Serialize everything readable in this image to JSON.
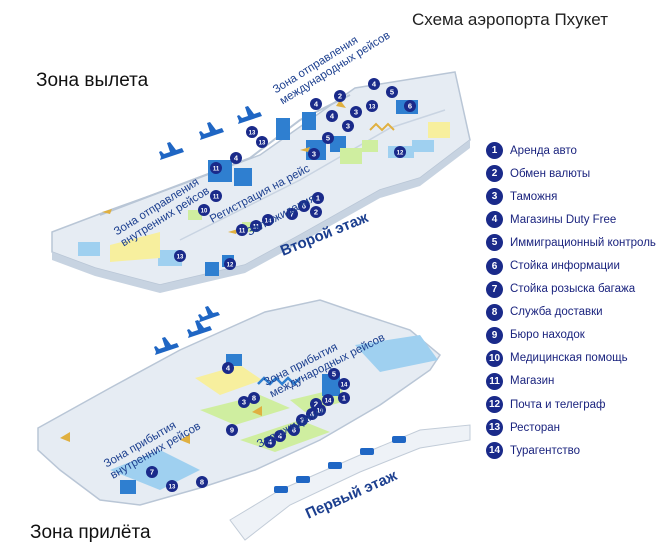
{
  "title": "Схема аэропорта Пхукет",
  "zones": {
    "departure": "Зона вылета",
    "arrival": "Зона прилёта"
  },
  "floors": {
    "second": "Второй этаж",
    "first": "Первый этаж"
  },
  "areas": {
    "intl_departure_line1": "Зона отправления",
    "intl_departure_line2": "международных рейсов",
    "domestic_departure_line1": "Зона отправления",
    "domestic_departure_line2": "внутренних рейсов",
    "checkin": "Регистрация на рейс",
    "waiting_upper": "Зал ожидания",
    "intl_arrival_line1": "Зона прибытия",
    "intl_arrival_line2": "международных рейсов",
    "domestic_arrival_line1": "Зона прибытия",
    "domestic_arrival_line2": "внутренних рейсов",
    "waiting_lower": "Зал ожидания"
  },
  "legend": [
    {
      "num": "1",
      "label": "Аренда авто"
    },
    {
      "num": "2",
      "label": "Обмен валюты"
    },
    {
      "num": "3",
      "label": "Таможня"
    },
    {
      "num": "4",
      "label": "Магазины Duty Free"
    },
    {
      "num": "5",
      "label": "Иммиграционный контроль"
    },
    {
      "num": "6",
      "label": "Стойка информации"
    },
    {
      "num": "7",
      "label": "Стойка розыска багажа"
    },
    {
      "num": "8",
      "label": "Служба доставки"
    },
    {
      "num": "9",
      "label": "Бюро находок"
    },
    {
      "num": "10",
      "label": "Медицинская помощь"
    },
    {
      "num": "11",
      "label": "Магазин"
    },
    {
      "num": "12",
      "label": "Почта и телеграф"
    },
    {
      "num": "13",
      "label": "Ресторан"
    },
    {
      "num": "14",
      "label": "Турагентство"
    }
  ],
  "markers_upper": [
    "4",
    "5",
    "13",
    "6",
    "4",
    "4",
    "3",
    "3",
    "2",
    "12",
    "11",
    "4",
    "13",
    "11",
    "3",
    "5",
    "1",
    "7",
    "10",
    "6",
    "2",
    "13",
    "14",
    "11",
    "11",
    "13",
    "12"
  ],
  "markers_lower": [
    "5",
    "14",
    "1",
    "4",
    "3",
    "9",
    "6",
    "4",
    "4",
    "4",
    "2",
    "14",
    "3",
    "10",
    "8",
    "7",
    "13",
    "8"
  ],
  "colors": {
    "marker": "#1a2a8a",
    "label_blue": "#1c3f8f",
    "floor_fill": "#e6ecf3",
    "wall": "#b9c6d6",
    "block_blue": "#2f7fd0",
    "block_light": "#9fd0f0",
    "block_green": "#cfeea0",
    "block_yellow": "#f7ef9e",
    "plane": "#1f66c4"
  }
}
